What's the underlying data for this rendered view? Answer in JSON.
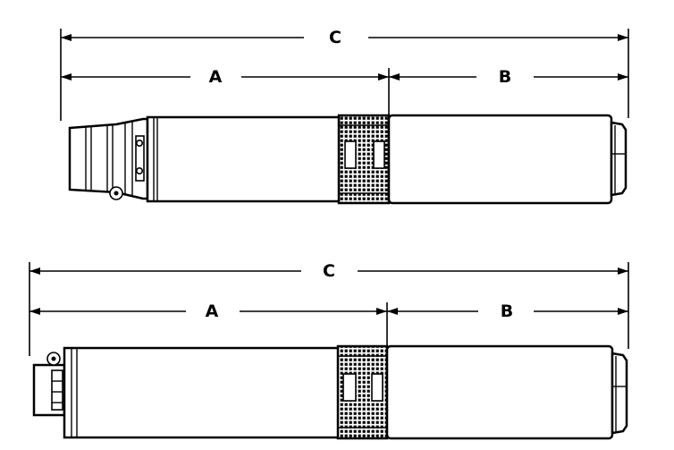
{
  "diagrams": [
    {
      "id": "upper",
      "labels": {
        "total": "C",
        "left_section": "A",
        "right_section": "B"
      }
    },
    {
      "id": "lower",
      "labels": {
        "total": "C",
        "left_section": "A",
        "right_section": "B"
      }
    }
  ],
  "colors": {
    "line": "#000000",
    "background": "#ffffff"
  }
}
